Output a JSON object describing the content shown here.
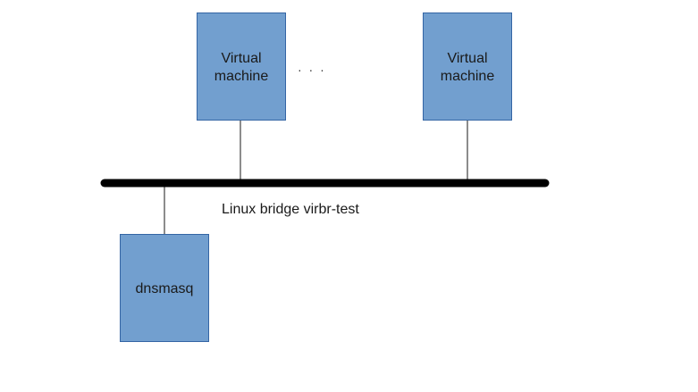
{
  "diagram": {
    "nodes": {
      "vm1": {
        "line1": "Virtual",
        "line2": "machine"
      },
      "vm2": {
        "line1": "Virtual",
        "line2": "machine"
      },
      "dnsmasq": {
        "label": "dnsmasq"
      }
    },
    "ellipsis": "· · ·",
    "bridge": {
      "label": "Linux bridge virbr-test"
    }
  },
  "colors": {
    "node_fill": "#729fcf",
    "node_stroke": "#3465a4",
    "bridge": "#000000"
  }
}
